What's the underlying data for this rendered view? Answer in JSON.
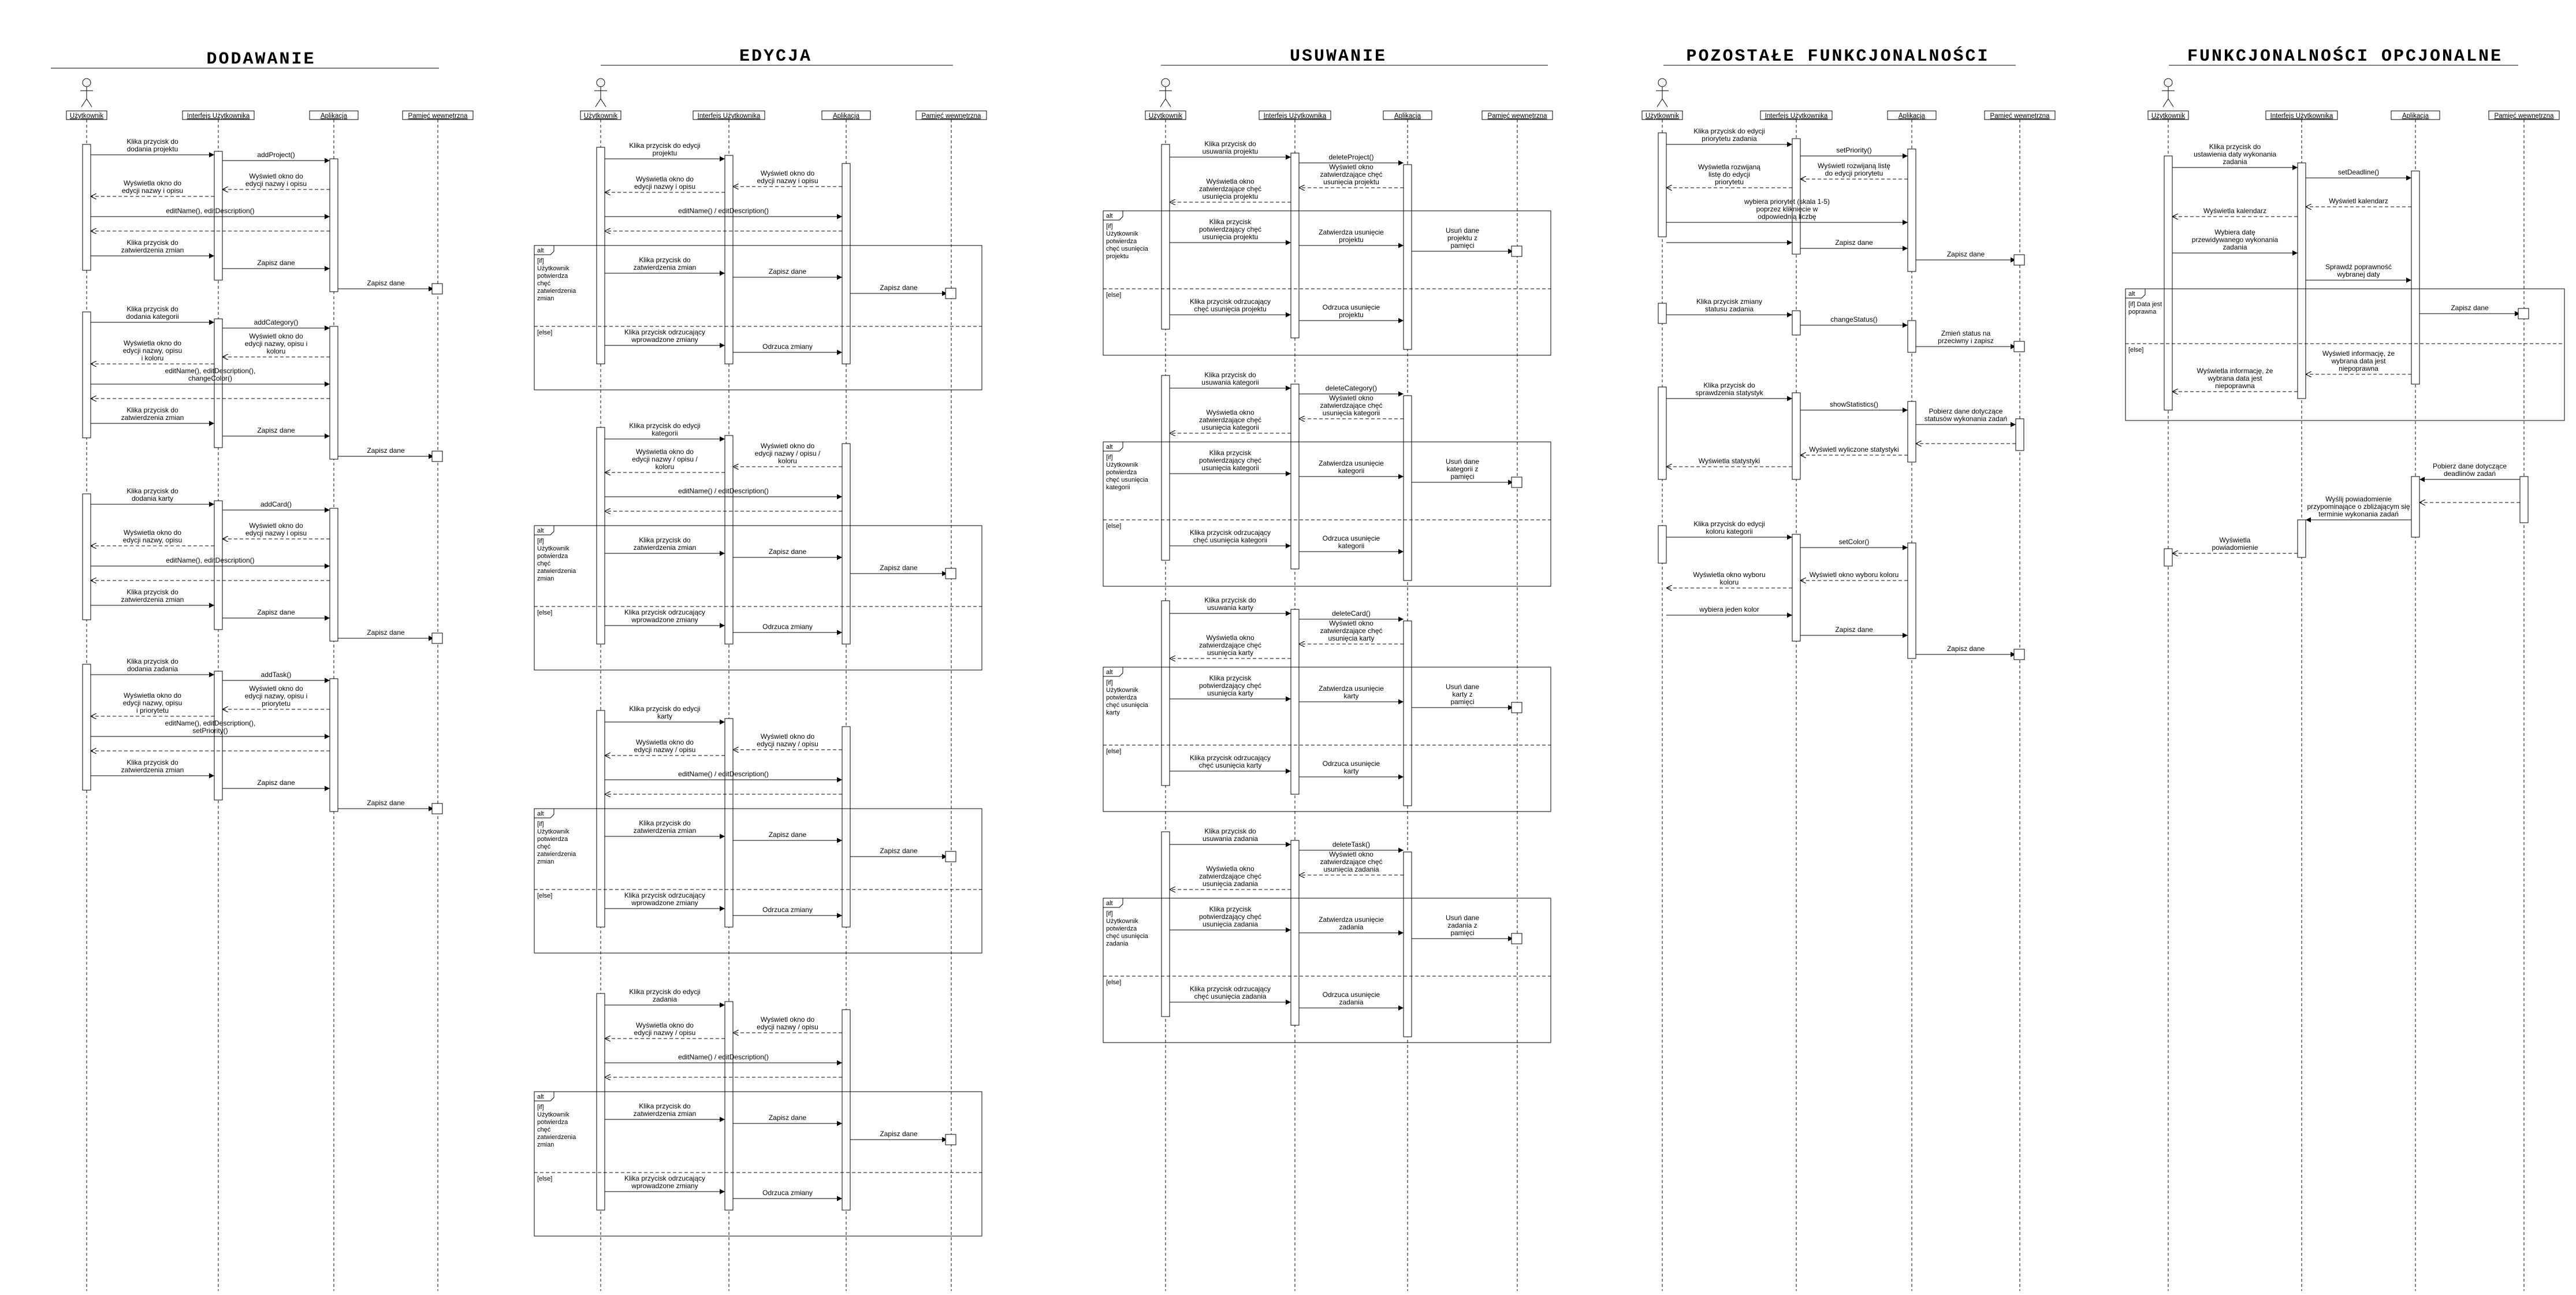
{
  "participants": [
    "Użytkownik",
    "Interfejs Użytkownika",
    "Aplikacja",
    "Pamięć wewnętrzna"
  ],
  "alt_label": "alt",
  "else_label": "[else]",
  "sections": [
    {
      "id": "dodawanie",
      "title": "DODAWANIE",
      "msgs": [
        [
          "a",
          "Klika przycisk do dodania projektu"
        ],
        [
          "b",
          "addProject()"
        ],
        [
          "c",
          "Wyświetla okno do edycji nazwy i opisu"
        ],
        [
          "d",
          "Wyświetl okno do edycji nazwy i opisu"
        ],
        [
          "e",
          "editName(), editDescription()"
        ],
        [
          "f",
          "Klika przycisk do zatwierdzenia zmian"
        ],
        [
          "g",
          "Zapisz dane"
        ],
        [
          "h",
          "Zapisz dane"
        ],
        [
          "a2",
          "Klika przycisk do dodania kategorii"
        ],
        [
          "b2",
          "addCategory()"
        ],
        [
          "c2",
          "Wyświetla okno do edycji nazwy, opisu i koloru"
        ],
        [
          "d2",
          "Wyświetl okno do edycji nazwy, opisu i koloru"
        ],
        [
          "e2",
          "editName(), editDescription(), changeColor()"
        ],
        [
          "f2",
          "Klika przycisk do zatwierdzenia zmian"
        ],
        [
          "g2",
          "Zapisz dane"
        ],
        [
          "h2",
          "Zapisz dane"
        ],
        [
          "a3",
          "Klika przycisk do dodania karty"
        ],
        [
          "b3",
          "addCard()"
        ],
        [
          "c3",
          "Wyświetla okno do edycji nazwy, opisu"
        ],
        [
          "d3",
          "Wyświetl okno do edycji nazwy i opisu"
        ],
        [
          "e3",
          "editName(), editDescription()"
        ],
        [
          "f3",
          "Klika przycisk do zatwierdzenia zmian"
        ],
        [
          "g3",
          "Zapisz dane"
        ],
        [
          "h3",
          "Zapisz dane"
        ],
        [
          "a4",
          "Klika przycisk do dodania zadania"
        ],
        [
          "b4",
          "addTask()"
        ],
        [
          "c4",
          "Wyświetla okno do edycji nazwy, opisu i priorytetu"
        ],
        [
          "d4",
          "Wyświetl okno do edycji nazwy, opisu i priorytetu"
        ],
        [
          "e4",
          "editName(), editDescription(), setPriority()"
        ],
        [
          "f4",
          "Klika przycisk do zatwierdzenia zmian"
        ],
        [
          "g4",
          "Zapisz dane"
        ],
        [
          "h4",
          "Zapisz dane"
        ]
      ]
    },
    {
      "id": "edycja",
      "title": "EDYCJA",
      "guard": "[if] Użytkownik potwierdza chęć zatwierdzenia zmian",
      "msgs": [
        [
          "a",
          "Klika przycisk do edycji projektu"
        ],
        [
          "c",
          "Wyświetla okno do edycji nazwy i opisu"
        ],
        [
          "d",
          "Wyświetl okno do edycji nazwy i opisu"
        ],
        [
          "e",
          "editName() / editDescription()"
        ],
        [
          "f",
          "Klika przycisk do zatwierdzenia zmian"
        ],
        [
          "g",
          "Zapisz dane"
        ],
        [
          "h",
          "Zapisz dane"
        ],
        [
          "i",
          "Klika przycisk odrzucający wprowadzone zmiany"
        ],
        [
          "j",
          "Odrzuca zmiany"
        ],
        [
          "a2",
          "Klika przycisk do edycji kategorii"
        ],
        [
          "c2",
          "Wyświetla okno do edycji nazwy / opisu / koloru"
        ],
        [
          "d2",
          "Wyświetl okno do edycji nazwy / opisu / koloru"
        ],
        [
          "a3",
          "Klika przycisk do edycji karty"
        ],
        [
          "c3",
          "Wyświetla okno do edycji nazwy / opisu"
        ],
        [
          "d3",
          "Wyświetl okno do edycji nazwy / opisu"
        ],
        [
          "a4",
          "Klika przycisk do edycji zadania"
        ],
        [
          "c4",
          "Wyświetla okno do edycji nazwy / opisu"
        ],
        [
          "d4",
          "Wyświetl okno do edycji nazwy / opisu"
        ]
      ]
    },
    {
      "id": "usuwanie",
      "title": "USUWANIE",
      "msgs": [
        [
          "a",
          "Klika przycisk do usuwania projektu"
        ],
        [
          "b",
          "deleteProject()"
        ],
        [
          "c",
          "Wyświetla okno zatwierdzające chęć usunięcia projektu"
        ],
        [
          "d",
          "Wyświetl okno zatwierdzające chęć usunięcia projektu"
        ],
        [
          "g1",
          "[if] Użytkownik potwierdza chęć usunięcia projektu"
        ],
        [
          "f",
          "Klika przycisk potwierdzający chęć usunięcia projektu"
        ],
        [
          "z",
          "Zatwierdza usunięcie projektu"
        ],
        [
          "u",
          "Usuń dane projektu z pamięci"
        ],
        [
          "i",
          "Klika przycisk odrzucający chęć usunięcia projektu"
        ],
        [
          "j",
          "Odrzuca usunięcie projektu"
        ],
        [
          "a2",
          "Klika przycisk do usuwania kategorii"
        ],
        [
          "b2",
          "deleteCategory()"
        ],
        [
          "c2",
          "Wyświetla okno zatwierdzające chęć usunięcia kategorii"
        ],
        [
          "d2",
          "Wyświetl okno zatwierdzające chęć usunięcia kategorii"
        ],
        [
          "g2",
          "[if] Użytkownik potwierdza chęć usunięcia kategorii"
        ],
        [
          "f2",
          "Klika przycisk potwierdzający chęć usunięcia kategorii"
        ],
        [
          "z2",
          "Zatwierdza usunięcie kategorii"
        ],
        [
          "u2",
          "Usuń dane kategorii z pamięci"
        ],
        [
          "i2",
          "Klika przycisk odrzucający chęć usunięcia kategorii"
        ],
        [
          "j2",
          "Odrzuca usunięcie kategorii"
        ],
        [
          "a3",
          "Klika przycisk do usuwania karty"
        ],
        [
          "b3",
          "deleteCard()"
        ],
        [
          "c3",
          "Wyświetla okno zatwierdzające chęć usunięcia karty"
        ],
        [
          "d3",
          "Wyświetl okno zatwierdzające chęć usunięcia karty"
        ],
        [
          "g3",
          "[if] Użytkownik potwierdza chęć usunięcia karty"
        ],
        [
          "f3",
          "Klika przycisk potwierdzający chęć usunięcia karty"
        ],
        [
          "z3",
          "Zatwierdza usunięcie karty"
        ],
        [
          "u3",
          "Usuń dane karty z pamięci"
        ],
        [
          "i3",
          "Klika przycisk odrzucający chęć usunięcia karty"
        ],
        [
          "j3",
          "Odrzuca usunięcie karty"
        ],
        [
          "a4",
          "Klika przycisk do usuwania zadania"
        ],
        [
          "b4",
          "deleteTask()"
        ],
        [
          "c4",
          "Wyświetla okno zatwierdzające chęć usunięcia zadania"
        ],
        [
          "d4",
          "Wyświetl okno zatwierdzające chęć usunięcia zadania"
        ],
        [
          "g4",
          "[if] Użytkownik potwierdza chęć usunięcia zadania"
        ],
        [
          "f4",
          "Klika przycisk potwierdzający chęć usunięcia zadania"
        ],
        [
          "z4",
          "Zatwierdza usunięcie zadania"
        ],
        [
          "u4",
          "Usuń dane zadania z pamięci"
        ],
        [
          "i4",
          "Klika przycisk odrzucający chęć usunięcia zadania"
        ],
        [
          "j4",
          "Odrzuca usunięcie zadania"
        ]
      ]
    },
    {
      "id": "pozostale",
      "title": "POZOSTAŁE FUNKCJONALNOŚCI",
      "msgs": [
        [
          "a",
          "Klika przycisk do edycji priorytetu zadania"
        ],
        [
          "b",
          "setPriority()"
        ],
        [
          "c",
          "Wyświetla rozwijaną listę do edycji priorytetu"
        ],
        [
          "d",
          "Wyświetl rozwijaną listę do edycji priorytetu"
        ],
        [
          "e",
          "wybiera priorytet (skala 1-5) poprzez kliknięcie w odpowiednią liczbę"
        ],
        [
          "g",
          "Zapisz dane"
        ],
        [
          "h",
          "Zapisz dane"
        ],
        [
          "a2",
          "Klika przycisk zmiany statusu zadania"
        ],
        [
          "b2",
          "changeStatus()"
        ],
        [
          "h2",
          "Zmień status na przeciwny i zapisz"
        ],
        [
          "a3",
          "Klika przycisk do sprawdzenia statystyk"
        ],
        [
          "b3",
          "showStatistics()"
        ],
        [
          "p3",
          "Pobierz dane dotyczące statusów wykonania zadań"
        ],
        [
          "d3",
          "Wyświetl wyliczone statystyki"
        ],
        [
          "c3",
          "Wyświetla statystyki"
        ],
        [
          "a4",
          "Klika przycisk do edycji koloru kategorii"
        ],
        [
          "b4",
          "setColor()"
        ],
        [
          "d4",
          "Wyświetl okno wyboru koloru"
        ],
        [
          "c4",
          "Wyświetla okno wyboru koloru"
        ],
        [
          "e4",
          "wybiera jeden kolor"
        ],
        [
          "g4",
          "Zapisz dane"
        ],
        [
          "h4",
          "Zapisz dane"
        ]
      ]
    },
    {
      "id": "opcjonalne",
      "title": "FUNKCJONALNOŚCI OPCJONALNE",
      "msgs": [
        [
          "a",
          "Klika przycisk do ustawienia daty wykonania zadania"
        ],
        [
          "b",
          "setDeadline()"
        ],
        [
          "d",
          "Wyświetl kalendarz"
        ],
        [
          "c",
          "Wyświetla kalendarz"
        ],
        [
          "e",
          "Wybiera datę przewidywanego wykonania zadania"
        ],
        [
          "s",
          "Sprawdź poprawność wybranej daty"
        ],
        [
          "g1",
          "[if] Data jest poprawna"
        ],
        [
          "h",
          "Zapisz dane"
        ],
        [
          "d2",
          "Wyświetl informację, że wybrana data jest niepoprawna"
        ],
        [
          "c2",
          "Wyświetla informację, że wybrana data jest niepoprawna"
        ],
        [
          "p",
          "Pobierz dane dotyczące deadlinów zadań"
        ],
        [
          "w",
          "Wyślij powiadomienie przypominające o zbliżającym się terminie wykonania zadań"
        ],
        [
          "n",
          "Wyświetla powiadomienie"
        ]
      ]
    }
  ]
}
